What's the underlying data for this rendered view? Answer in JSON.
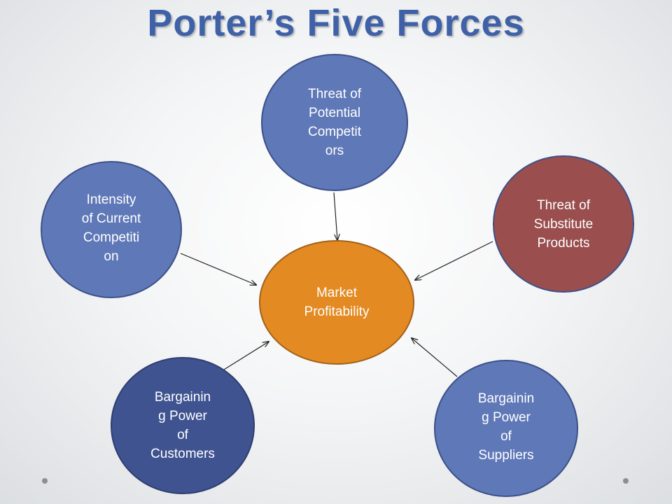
{
  "title": "Porter’s Five Forces",
  "colors": {
    "title": "#3f61a8",
    "blue": "#5f78b7",
    "dark_blue": "#3f5391",
    "red": "#9a4e4e",
    "orange": "#e38a22",
    "outline": "#3d5089"
  },
  "nodes": {
    "center": "Market\nProfitability",
    "potential_competitors": "Threat of\nPotential\nCompetit\nors",
    "current_competition": "Intensity\nof Current\nCompetiti\non",
    "substitutes": "Threat of\nSubstitute\nProducts",
    "customers": "Bargainin\ng Power\nof\nCustomers",
    "suppliers": "Bargainin\ng Power\nof\nSuppliers"
  }
}
